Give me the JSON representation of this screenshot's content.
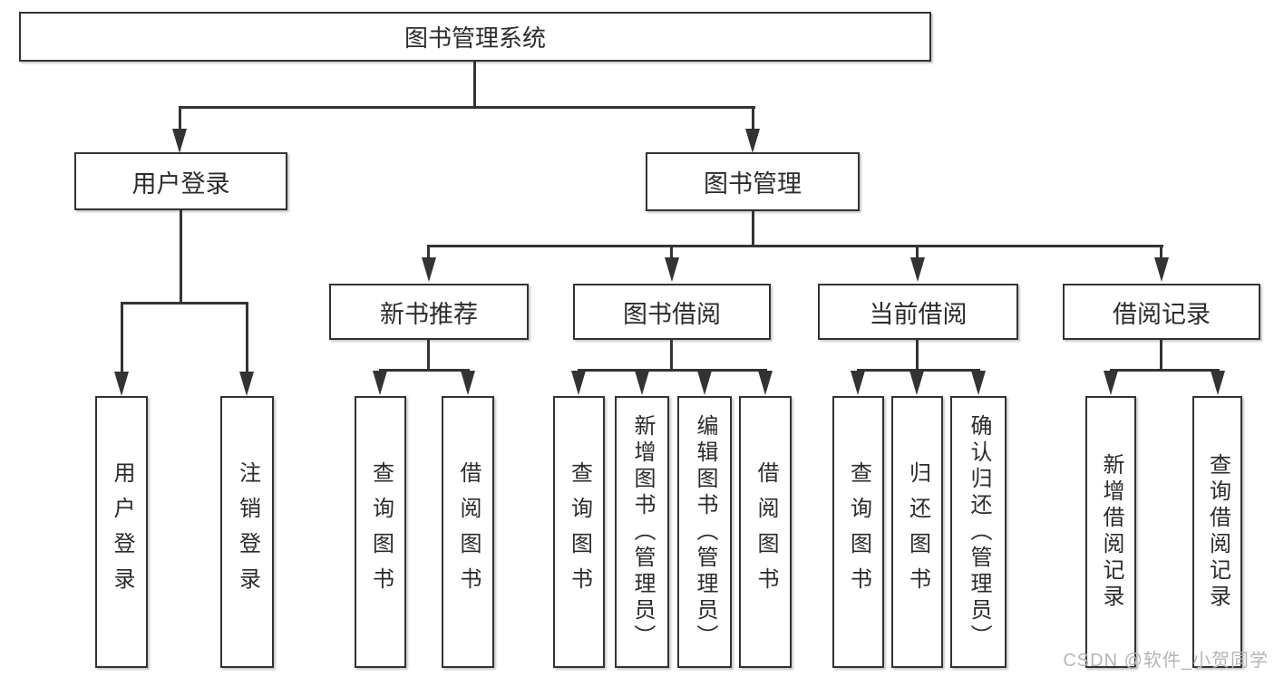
{
  "root": {
    "label": "图书管理系统"
  },
  "level1": [
    {
      "label": "用户登录"
    },
    {
      "label": "图书管理"
    }
  ],
  "level2": [
    {
      "label": "新书推荐"
    },
    {
      "label": "图书借阅"
    },
    {
      "label": "当前借阅"
    },
    {
      "label": "借阅记录"
    }
  ],
  "leaves": {
    "login": [
      {
        "label": "用户登录"
      },
      {
        "label": "注销登录"
      }
    ],
    "newbook": [
      {
        "label": "查询图书"
      },
      {
        "label": "借阅图书"
      }
    ],
    "borrow": [
      {
        "label": "查询图书"
      },
      {
        "label": "新增图书（管理员）"
      },
      {
        "label": "编辑图书（管理员）"
      },
      {
        "label": "借阅图书"
      }
    ],
    "current": [
      {
        "label": "查询图书"
      },
      {
        "label": "归还图书"
      },
      {
        "label": "确认归还（管理员）"
      }
    ],
    "record": [
      {
        "label": "新增借阅记录"
      },
      {
        "label": "查询借阅记录"
      }
    ]
  },
  "watermark": "CSDN @软件_小贺同学",
  "colors": {
    "line": "#333333",
    "box_border": "#333333",
    "text": "#2b2b2b",
    "watermark": "#b5b5b5",
    "background": "#ffffff"
  }
}
